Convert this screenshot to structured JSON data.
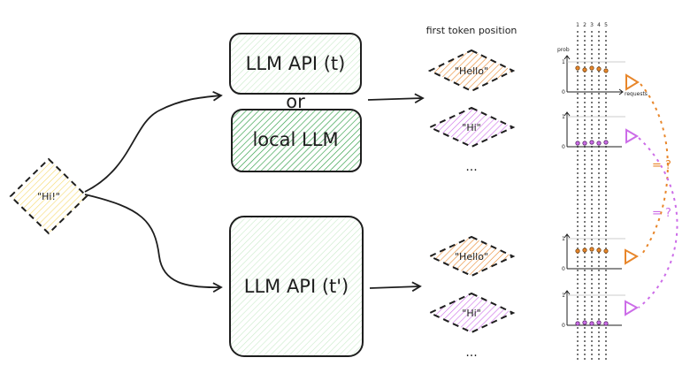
{
  "input_token": "\"Hi!\"",
  "boxes": {
    "api_t": "LLM API (t)",
    "or": "or",
    "local": "local LLM",
    "api_t_prime": "LLM API (t')"
  },
  "first_token_title": "first token position",
  "outputs": {
    "top": {
      "a": "\"Hello\"",
      "b": "\"Hi\"",
      "more": "..."
    },
    "bottom": {
      "a": "\"Hello\"",
      "b": "\"Hi\"",
      "more": "..."
    }
  },
  "plot": {
    "column_numbers": [
      "1",
      "2",
      "3",
      "4",
      "5"
    ],
    "ylabel": "prob",
    "xlabel": "requests",
    "y_one": "1",
    "y_zero": "0"
  },
  "comparisons": {
    "hello_eq": "= ?",
    "hi_eq": "= ?"
  },
  "colors": {
    "orange": "#e8862a",
    "violet": "#cc6ce8",
    "green": "#2f9e44",
    "light_green": "#b2f2bb",
    "yellow": "#ffec99",
    "stroke": "#1e1e1e"
  }
}
